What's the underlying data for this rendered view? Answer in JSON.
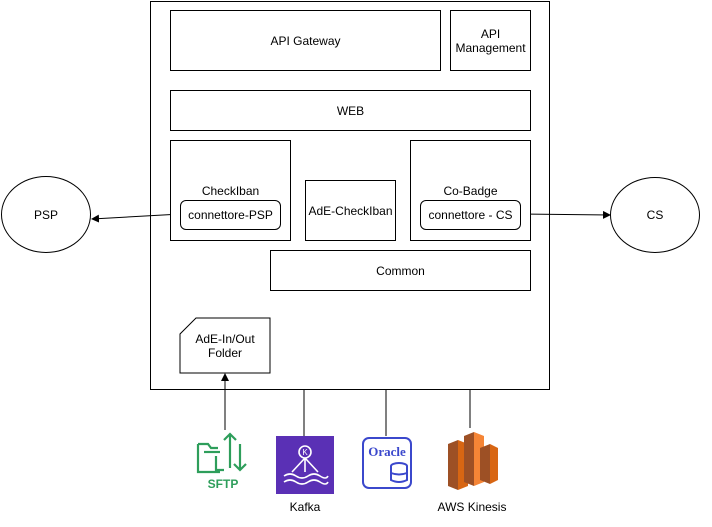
{
  "nodes": {
    "api_gateway": "API Gateway",
    "api_management": "API Management",
    "web": "WEB",
    "checkiban": "CheckIban",
    "connettore_psp": "connettore-PSP",
    "ade_checkiban": "AdE-CheckIban",
    "cobadge": "Co-Badge",
    "connettore_cs": "connettore - CS",
    "common": "Common",
    "ade_folder": "AdE-In/Out Folder",
    "psp": "PSP",
    "cs": "CS"
  },
  "external": {
    "sftp": "SFTP",
    "kafka": "Kafka",
    "oracle": "Oracle",
    "kinesis": "AWS Kinesis"
  },
  "colors": {
    "sftp": "#2E9E5B",
    "kafka": "#5A30B5",
    "oracle_bg": "#3B48CC",
    "kinesis": "#D86613"
  },
  "icons": [
    "sftp-icon",
    "kafka-icon",
    "oracle-icon",
    "aws-kinesis-icon"
  ]
}
